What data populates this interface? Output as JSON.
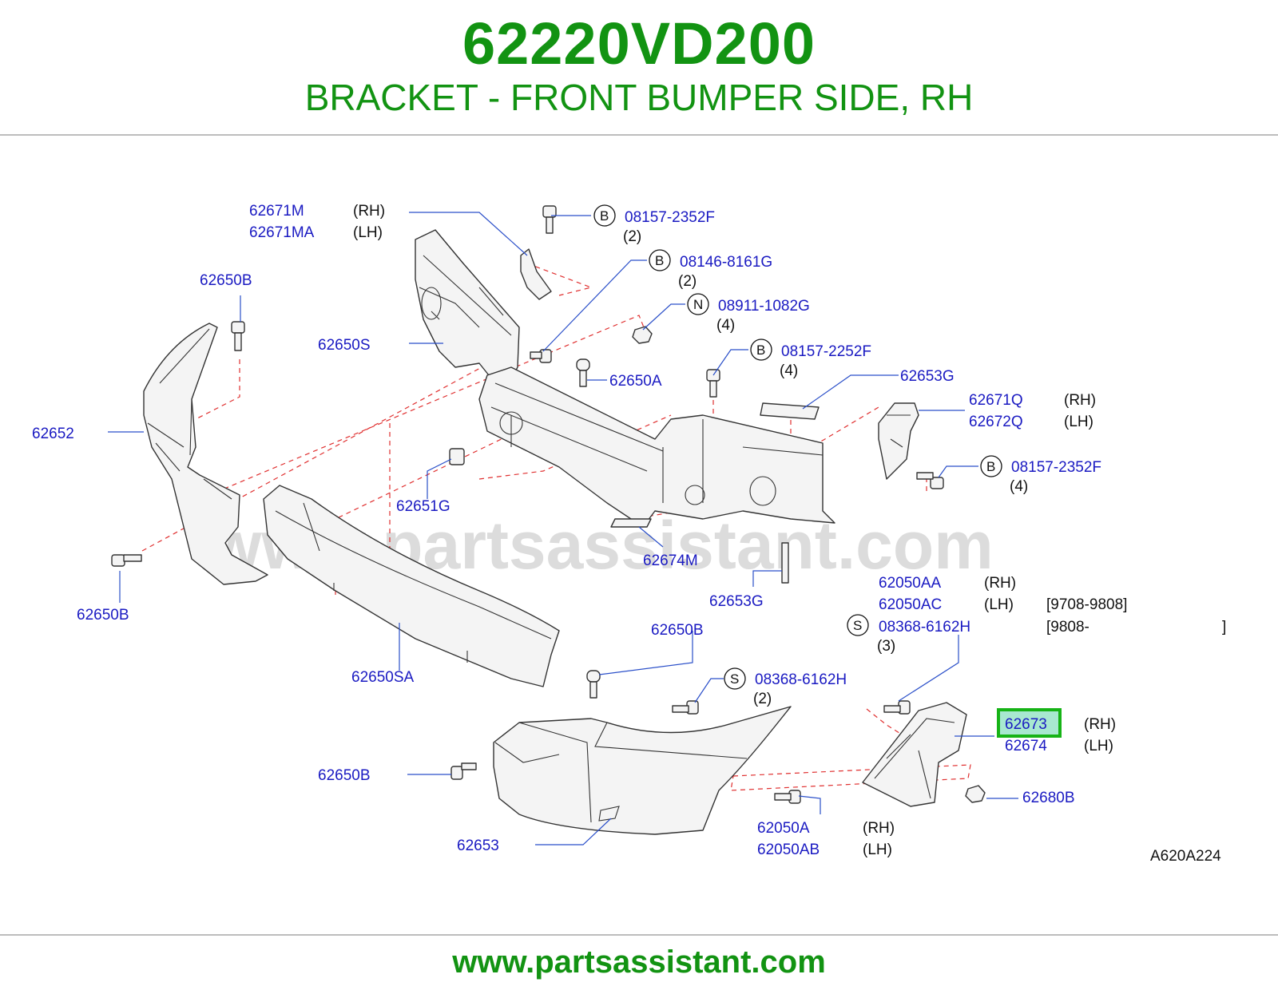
{
  "header": {
    "part_number": "62220VD200",
    "part_description": "BRACKET - FRONT BUMPER SIDE, RH"
  },
  "watermark": "www.partsassistant.com",
  "footer_url": "www.partsassistant.com",
  "diagram_code": "A620A224",
  "highlight_color": "#16b316",
  "labels": {
    "p62671M": "62671M",
    "p62671M_side": "(RH)",
    "p62671MA": "62671MA",
    "p62671MA_side": "(LH)",
    "p62650B_a": "62650B",
    "p62650S": "62650S",
    "p62652": "62652",
    "p62650B_b": "62650B",
    "p62650A": "62650A",
    "p62651G": "62651G",
    "p62674M": "62674M",
    "p62653G_a": "62653G",
    "p62653G_b": "62653G",
    "p62671Q": "62671Q",
    "p62671Q_side": "(RH)",
    "p62672Q": "62672Q",
    "p62672Q_side": "(LH)",
    "p62650SA": "62650SA",
    "p62650B_c": "62650B",
    "p62650B_d": "62650B",
    "p62653": "62653",
    "p62050AA": "62050AA",
    "p62050AA_side": "(RH)",
    "p62050AC": "62050AC",
    "p62050AC_side": "(LH)",
    "p62050AC_date": "[9708-9808]",
    "p08368_a": "08368-6162H",
    "p08368_a_date": "[9808-",
    "p08368_a_date_end": "]",
    "p08368_a_qty": "(3)",
    "p08368_b": "08368-6162H",
    "p08368_b_qty": "(2)",
    "p62673": "62673",
    "p62673_side": "(RH)",
    "p62674": "62674",
    "p62674_side": "(LH)",
    "p62680B": "62680B",
    "p62050A": "62050A",
    "p62050A_side": "(RH)",
    "p62050AB": "62050AB",
    "p62050AB_side": "(LH)",
    "p08157_a": "08157-2352F",
    "p08157_a_qty": "(2)",
    "p08146": "08146-8161G",
    "p08146_qty": "(2)",
    "p08911": "08911-1082G",
    "p08911_qty": "(4)",
    "p08157_b": "08157-2252F",
    "p08157_b_qty": "(4)",
    "p08157_c": "08157-2352F",
    "p08157_c_qty": "(4)"
  },
  "circle_codes": {
    "b1": "B",
    "b2": "B",
    "n1": "N",
    "b3": "B",
    "b4": "B",
    "s1": "S",
    "s2": "S"
  }
}
